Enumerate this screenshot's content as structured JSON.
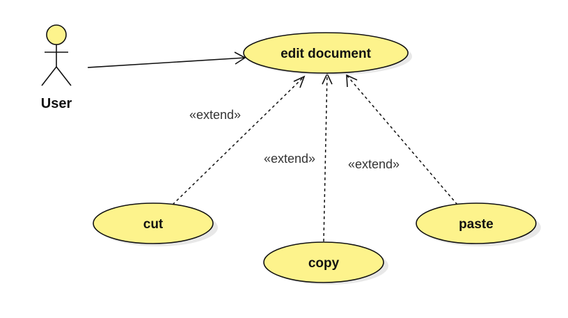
{
  "actor": {
    "name": "User"
  },
  "use_cases": {
    "main": "edit document",
    "cut": "cut",
    "copy": "copy",
    "paste": "paste"
  },
  "relationships": {
    "cut_label": "«extend»",
    "copy_label": "«extend»",
    "paste_label": "«extend»"
  },
  "colors": {
    "use_case_fill": "#fdf38c",
    "actor_head_fill": "#fdf38c",
    "line": "#111111"
  }
}
